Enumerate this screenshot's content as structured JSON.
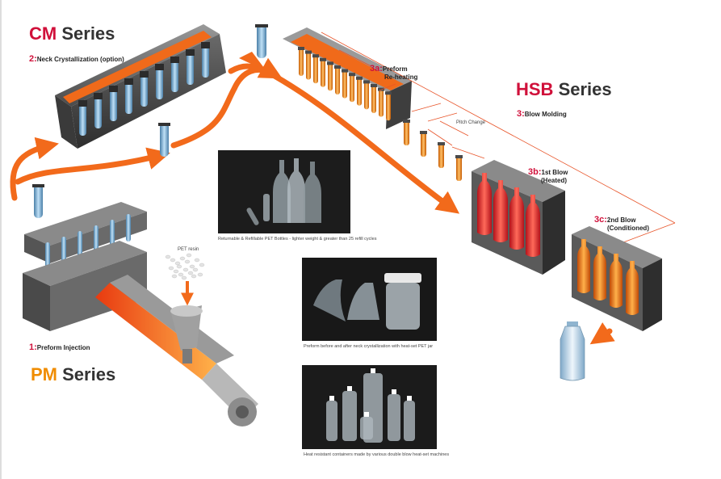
{
  "series": {
    "cm": {
      "prefix": "CM",
      "name": "Series"
    },
    "pm": {
      "prefix": "PM",
      "name": "Series"
    },
    "hsb": {
      "prefix": "HSB",
      "name": "Series"
    }
  },
  "steps": {
    "s1": {
      "num": "1:",
      "label": "Preform Injection"
    },
    "s2": {
      "num": "2:",
      "label": "Neck Crystallization (option)"
    },
    "s3": {
      "num": "3:",
      "label": "Blow Molding"
    },
    "s3a": {
      "num": "3a:",
      "line1": "Preform",
      "line2": "Re-heating"
    },
    "s3b": {
      "num": "3b:",
      "line1": "1st Blow",
      "line2": "(Heated)"
    },
    "s3c": {
      "num": "3c:",
      "line1": "2nd Blow",
      "line2": "(Conditioned)"
    }
  },
  "labels": {
    "pet_resin": "PET resin",
    "pitch_change": "Pitch Change"
  },
  "captions": {
    "photo1": "Returnable & Refillable PET Bottles - lighter weight & greater than 25 refill cycles",
    "photo2": "Preform before and after neck crystallization with heat-set PET jar",
    "photo3": "Heat resistant containers made by various double blow heat-set machines"
  },
  "colors": {
    "accent_red": "#d0103a",
    "accent_orange": "#f08c00",
    "arrow_orange": "#f26a1b",
    "guide_line": "#e8552a"
  }
}
